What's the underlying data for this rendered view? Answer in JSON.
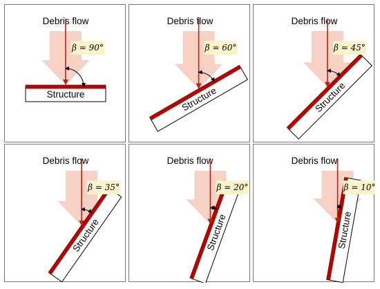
{
  "panels": [
    {
      "title": "Debris flow",
      "structure_label": "Structure",
      "beta_label": "β = 90°",
      "beta_deg": 90
    },
    {
      "title": "Debris flow",
      "structure_label": "Structure",
      "beta_label": "β = 60°",
      "beta_deg": 60
    },
    {
      "title": "Debris flow",
      "structure_label": "Structure",
      "beta_label": "β = 45°",
      "beta_deg": 45
    },
    {
      "title": "Debris flow",
      "structure_label": "Structure",
      "beta_label": "β = 35°",
      "beta_deg": 35
    },
    {
      "title": "Debris flow",
      "structure_label": "Structure",
      "beta_label": "β = 20°",
      "beta_deg": 20
    },
    {
      "title": "Debris flow",
      "structure_label": "Structure",
      "beta_label": "β = 10°",
      "beta_deg": 10
    }
  ],
  "colors": {
    "big_arrow": "#f6c9b8",
    "flow_arrow": "#b3241b",
    "structure_surface": "#c00000",
    "label_box": "#fdf3c8",
    "border": "#777777"
  }
}
